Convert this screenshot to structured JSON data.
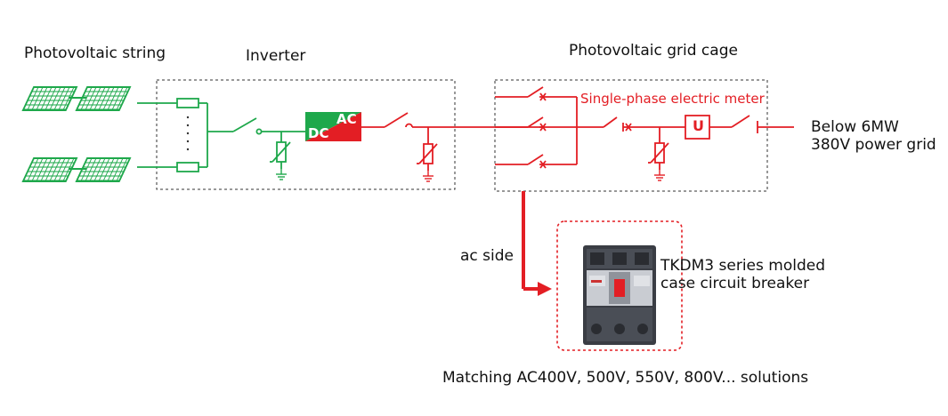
{
  "labels": {
    "pv_string": "Photovoltaic string",
    "inverter": "Inverter",
    "grid_cage": "Photovoltaic grid cage",
    "meter": "Single-phase electric meter",
    "grid_line1": "Below 6MW",
    "grid_line2": "380V power grid",
    "ac_side": "ac side",
    "breaker_line1": "TKDM3 series molded",
    "breaker_line2": "case circuit breaker",
    "footer": "Matching AC400V, 500V, 550V, 800V... solutions",
    "dc": "DC",
    "ac": "AC",
    "meter_symbol": "U"
  },
  "colors": {
    "green": "#1ea84b",
    "red": "#e31e24",
    "dark": "#333333",
    "breaker_body": "#3a3d44"
  },
  "icons": {
    "solar_panel": "solar-panel-icon",
    "fuse": "fuse-icon",
    "switch": "switch-icon",
    "surge_arrester": "surge-arrester-icon",
    "ground": "ground-icon",
    "breaker": "molded-case-breaker-icon"
  }
}
